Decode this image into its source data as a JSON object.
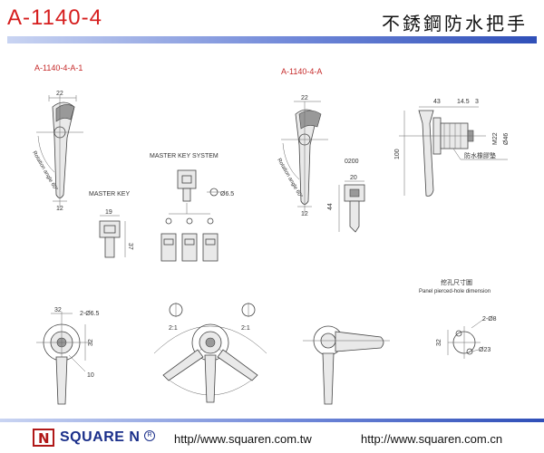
{
  "header": {
    "model": "A-1140-4",
    "title_cn": "不銹鋼防水把手"
  },
  "drawing": {
    "labels": {
      "part_a1": "A-1140-4-A-1",
      "part_a": "A-1140-4-A",
      "master_key_system": "MASTER KEY SYSTEM",
      "master_key": "MASTER KEY",
      "key_code": "0200",
      "pierced_cn": "挖孔尺寸圖",
      "pierced_en": "Panel pierced-hole dimension",
      "gasket_cn": "防水橡膠墊",
      "rotation_angle": "Rotation angle 60°"
    },
    "dimensions": {
      "d22_a1": "22",
      "d12_a1": "12",
      "d22_a": "22",
      "d12_a": "12",
      "d19": "19",
      "d37": "37",
      "d65_key": "Ø6.5",
      "d20": "20",
      "d44": "44",
      "d43": "43",
      "d145": "14.5",
      "d3": "3",
      "d100": "100",
      "m22": "M22",
      "d46": "Ø46",
      "d32_top": "32",
      "d2_65": "2-Ø6.5",
      "d32_side": "32",
      "d10": "10",
      "d21a": "2:1",
      "d21b": "2:1",
      "d2_8": "2-Ø8",
      "d32_hole": "32",
      "d23": "Ø23"
    }
  },
  "footer": {
    "logo_letter": "N",
    "brand": "SQUARE N",
    "brand_mark": "R",
    "url_tw": "http//www.squaren.com.tw",
    "url_cn": "http://www.squaren.com.cn"
  },
  "colors": {
    "model_red": "#d61e1e",
    "bar_blue": "#2f4fb8",
    "brand_blue": "#1a2f8a",
    "logo_red": "#b01818"
  }
}
